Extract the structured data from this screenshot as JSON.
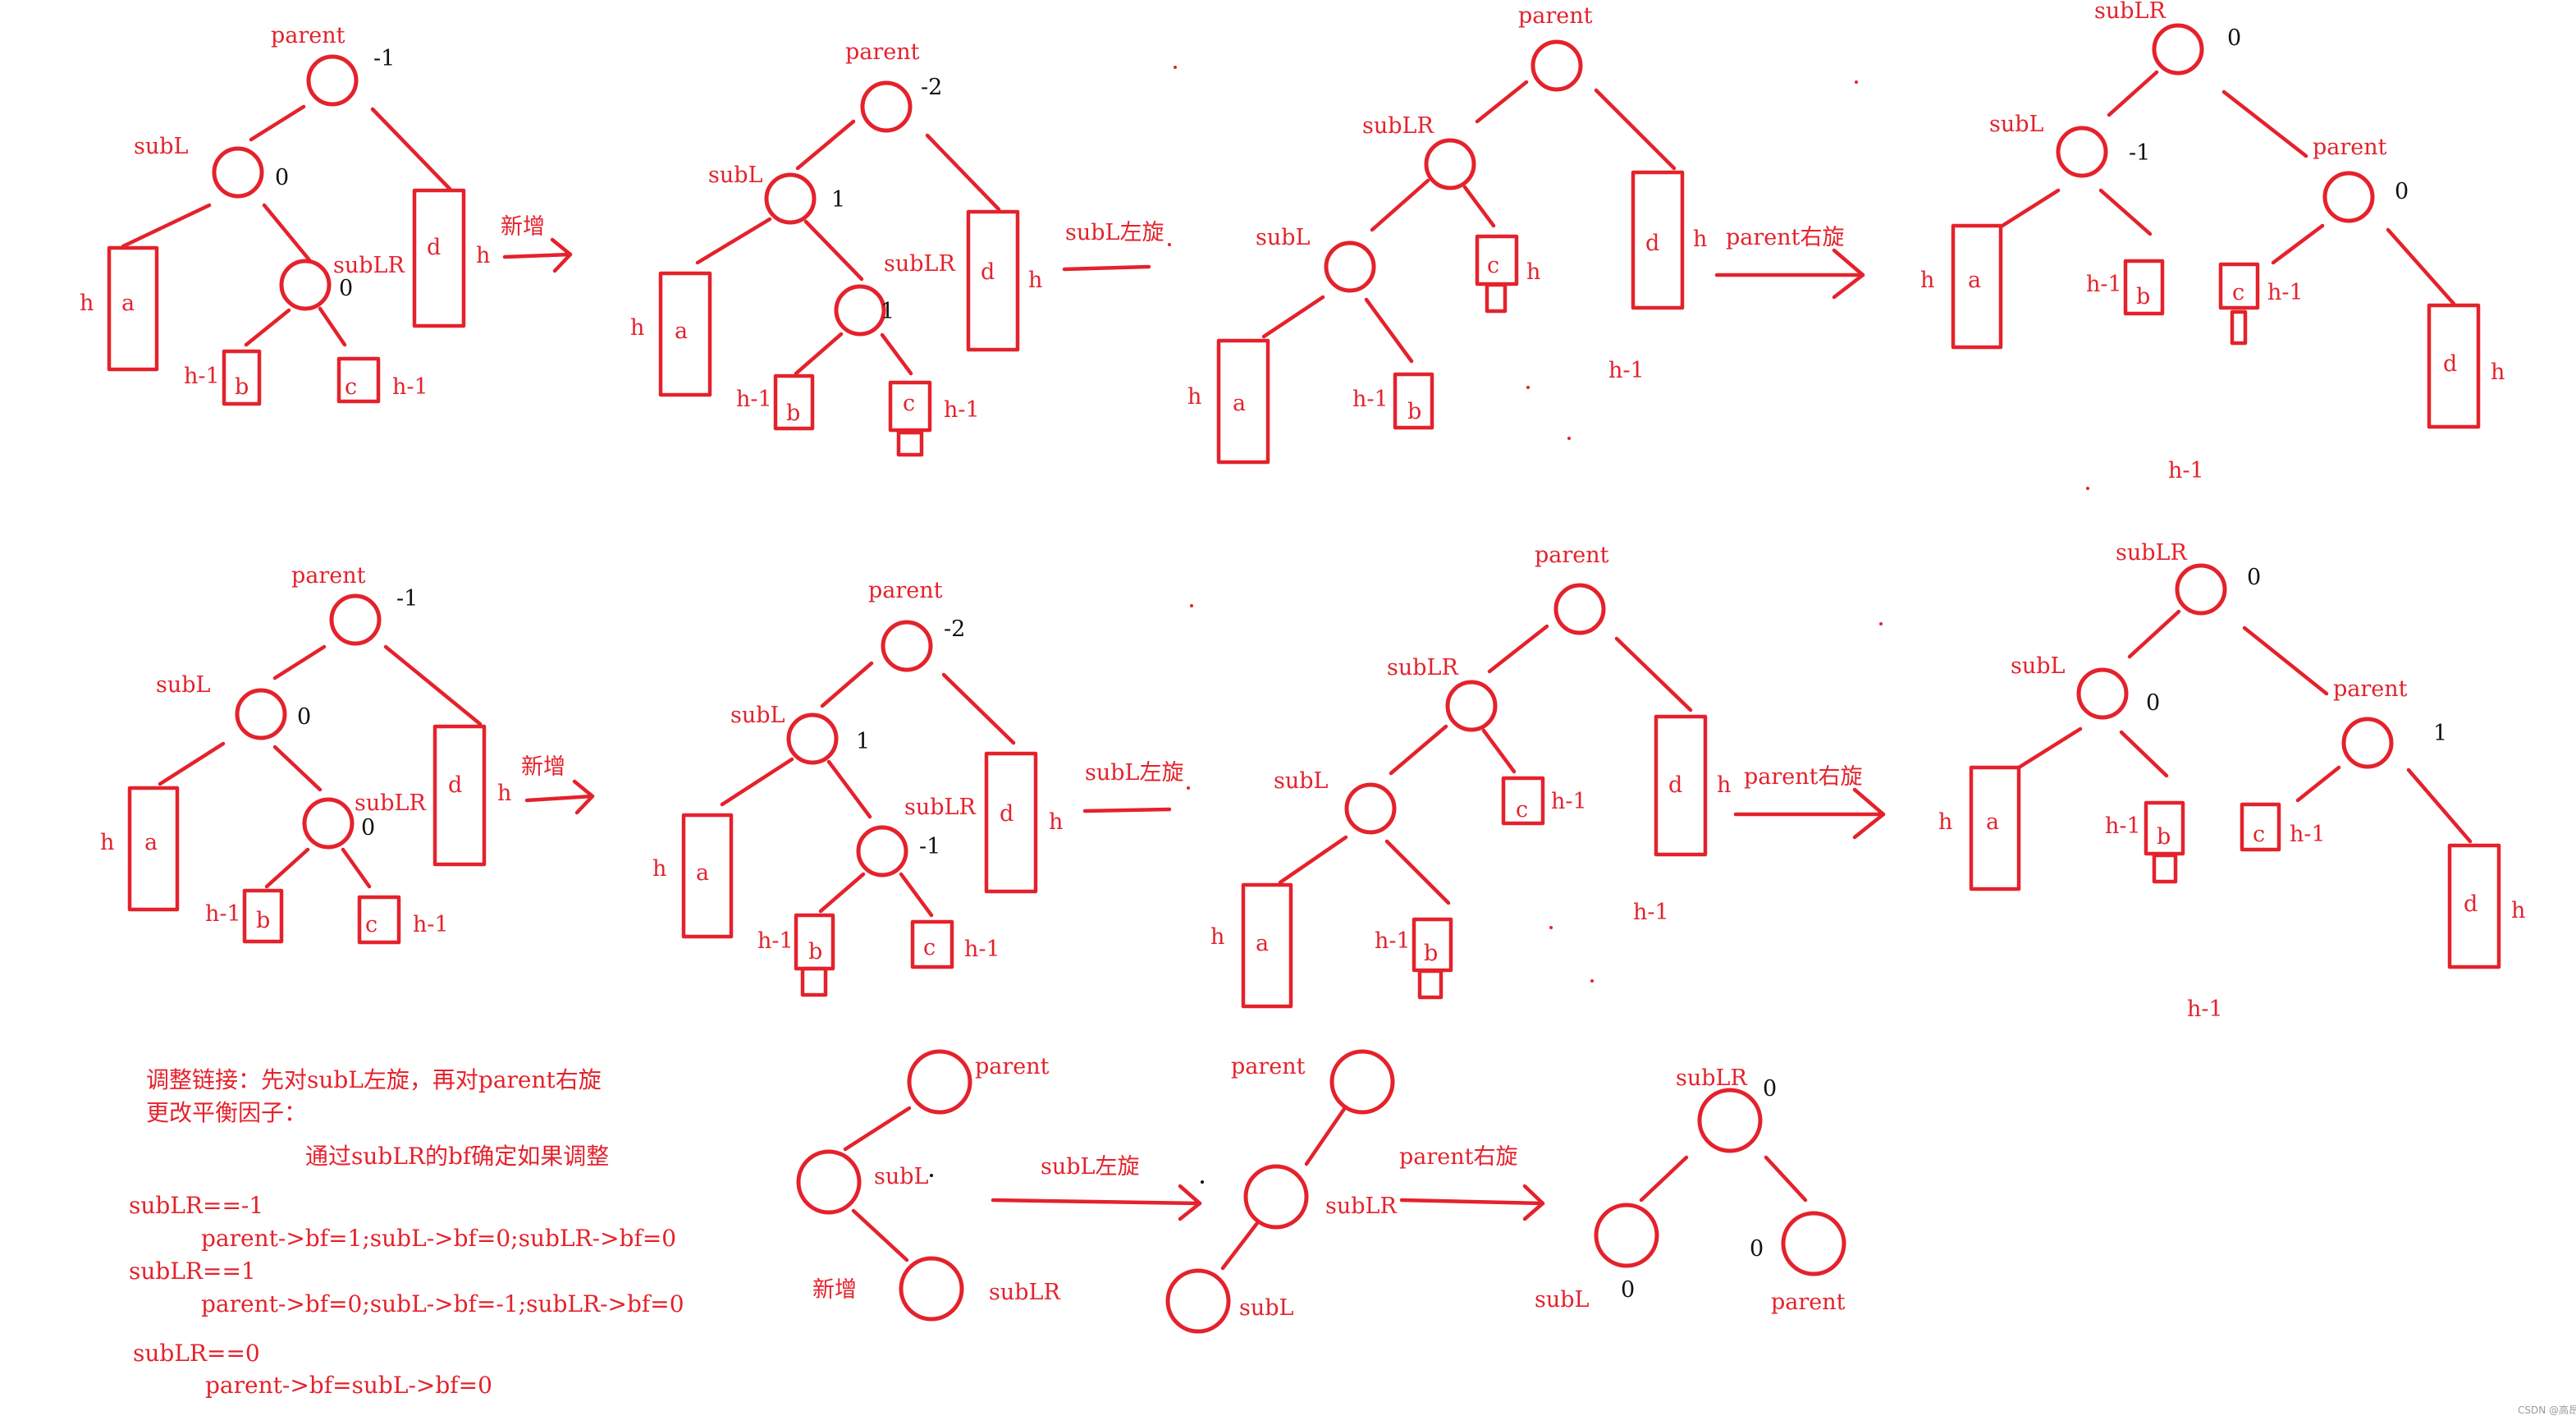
{
  "colors": {
    "ink": "#e4222c",
    "bf": "#111111",
    "background": "#ffffff"
  },
  "labels": {
    "parent": "parent",
    "subL": "subL",
    "subLR": "subLR",
    "a": "a",
    "b": "b",
    "c": "c",
    "d": "d",
    "h": "h",
    "h_minus_1": "h-1",
    "add": "新增",
    "subL_rotate_left": "subL左旋",
    "parent_rotate_right": "parent右旋"
  },
  "row1": {
    "p1": {
      "parent_bf": "-1",
      "subL_bf": "0",
      "subLR_bf": "0"
    },
    "p2": {
      "parent_bf": "-2",
      "subL_bf": "1",
      "subLR_bf": "1"
    },
    "p4": {
      "subLR_bf": "0",
      "subL_bf": "-1",
      "parent_bf": "0"
    }
  },
  "row2": {
    "p1": {
      "parent_bf": "-1",
      "subL_bf": "0",
      "subLR_bf": "0"
    },
    "p2": {
      "parent_bf": "-2",
      "subL_bf": "1",
      "subLR_bf": "-1"
    },
    "p4": {
      "subLR_bf": "0",
      "subL_bf": "0",
      "parent_bf": "1"
    }
  },
  "row3": {
    "bf0": "0"
  },
  "notes": {
    "line1": "调整链接：先对subL左旋，再对parent右旋",
    "line2": "更改平衡因子：",
    "line3": "通过subLR的bf确定如果调整",
    "case1": "subLR==-1",
    "case1_result": "parent->bf=1;subL->bf=0;subLR->bf=0",
    "case2": "subLR==1",
    "case2_result": "parent->bf=0;subL->bf=-1;subLR->bf=0",
    "case3": "subLR==0",
    "case3_result": "parent->bf=subL->bf=0"
  },
  "watermark": "CSDN @高昂"
}
